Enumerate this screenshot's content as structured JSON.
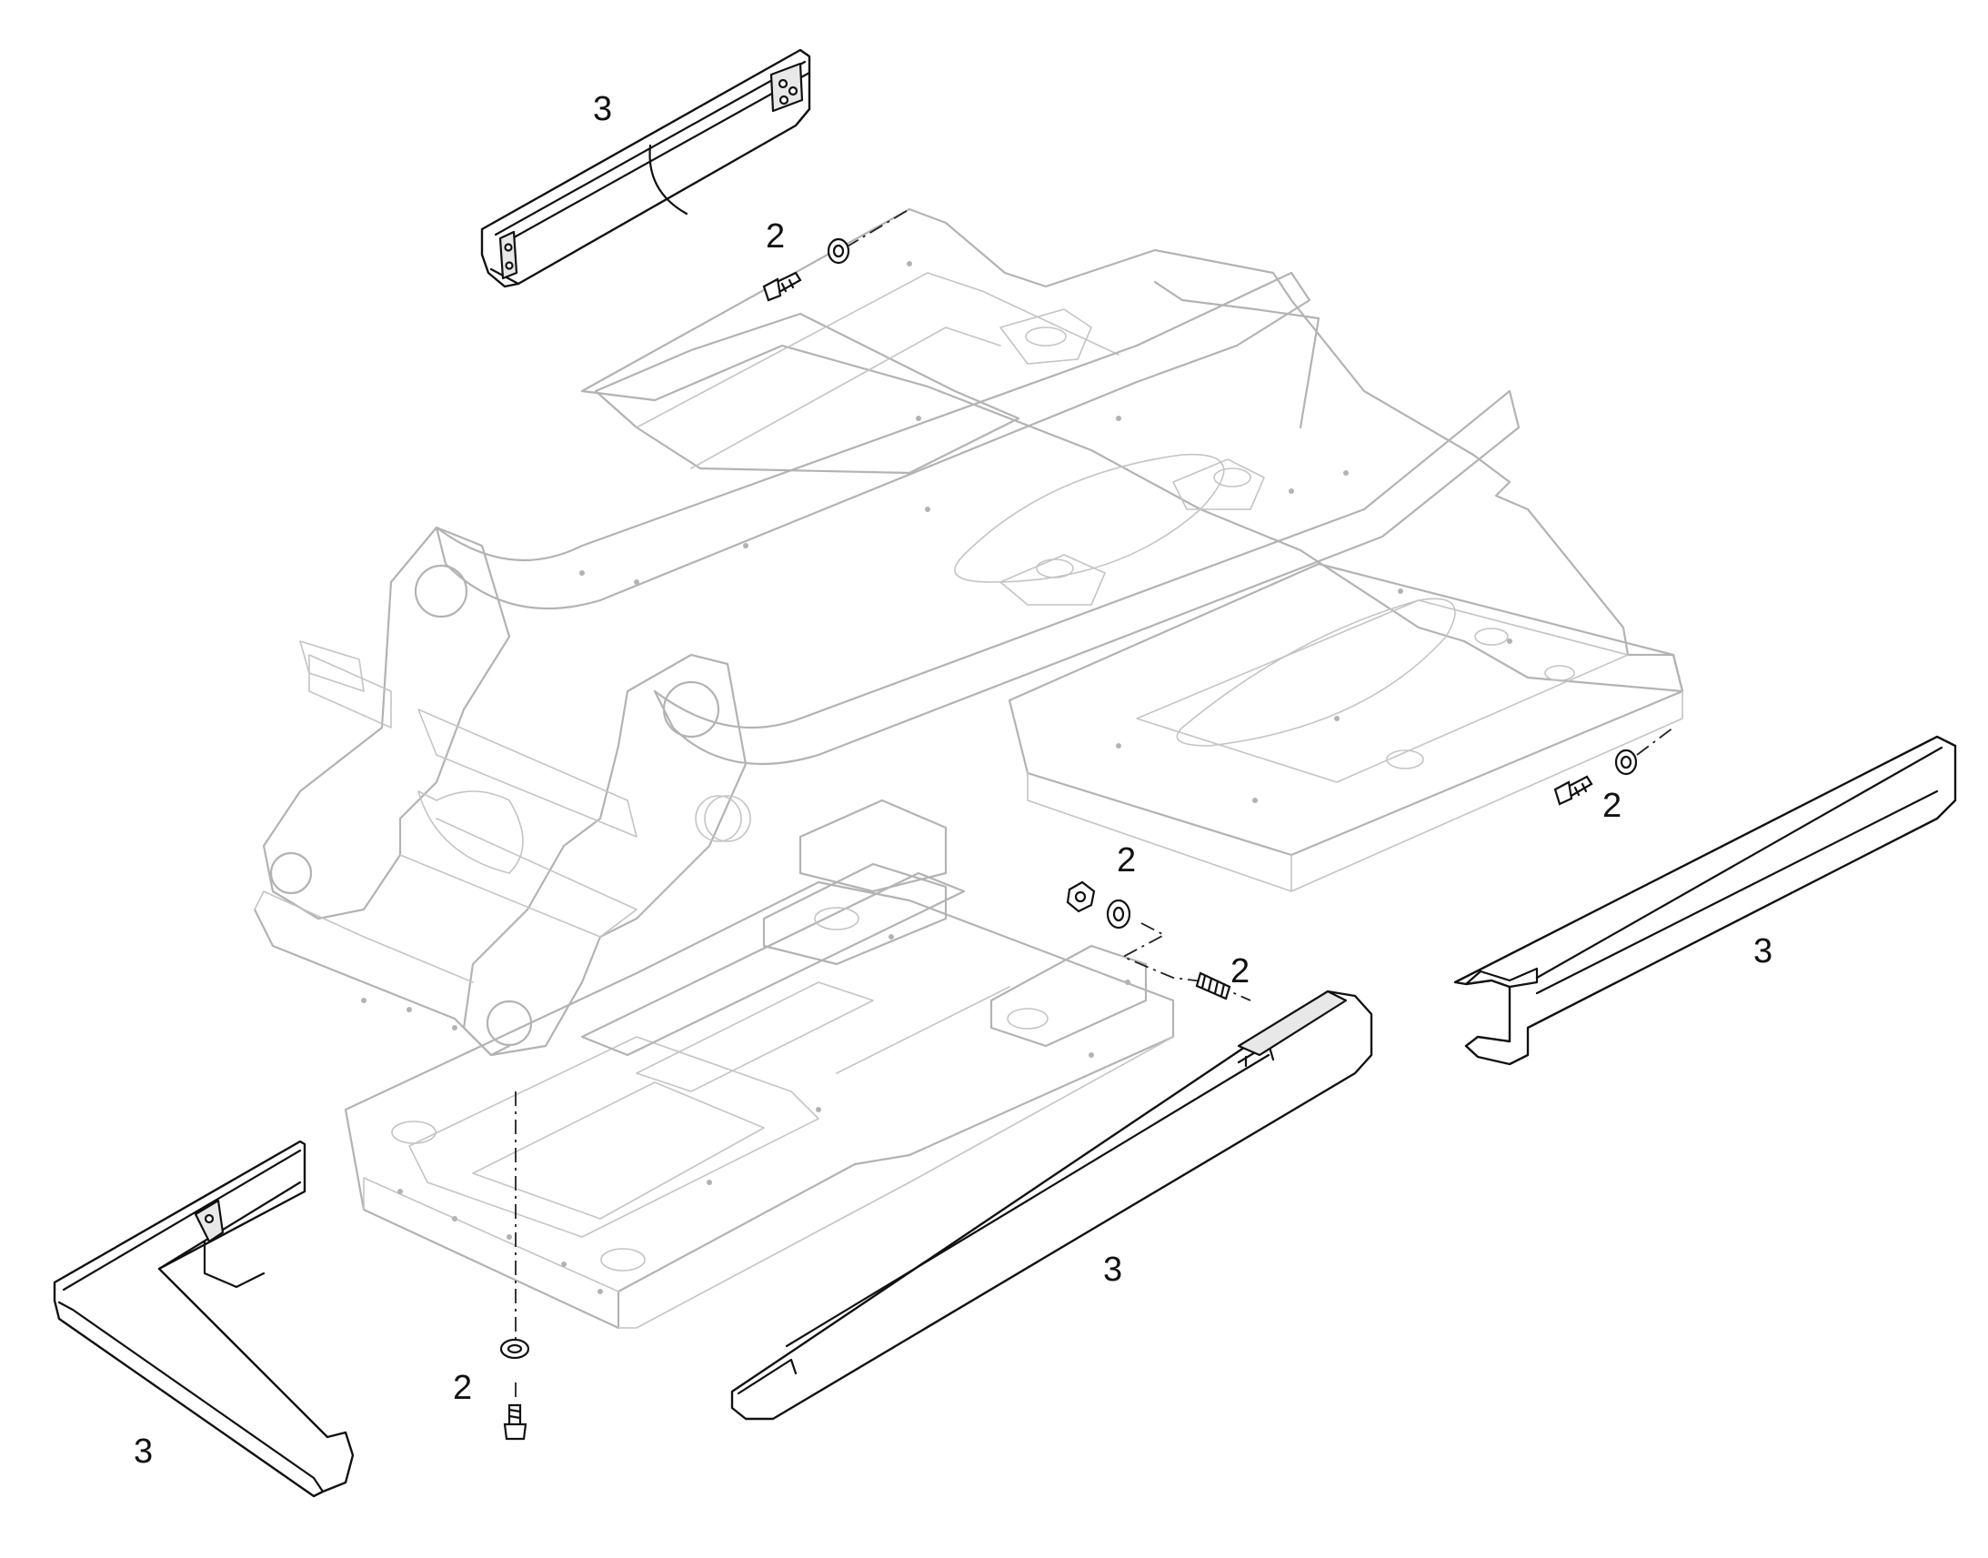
{
  "callouts": {
    "top_panel": "3",
    "top_bolt": "2",
    "right_bolt": "2",
    "center_bolt_upper": "2",
    "center_bolt_lower": "2",
    "right_panel": "3",
    "center_panel": "3",
    "bottom_bolt": "2",
    "left_panel": "3"
  },
  "colors": {
    "frame_ghost": "#b3b3b3",
    "part_outline": "#111111",
    "background": "#ffffff"
  }
}
